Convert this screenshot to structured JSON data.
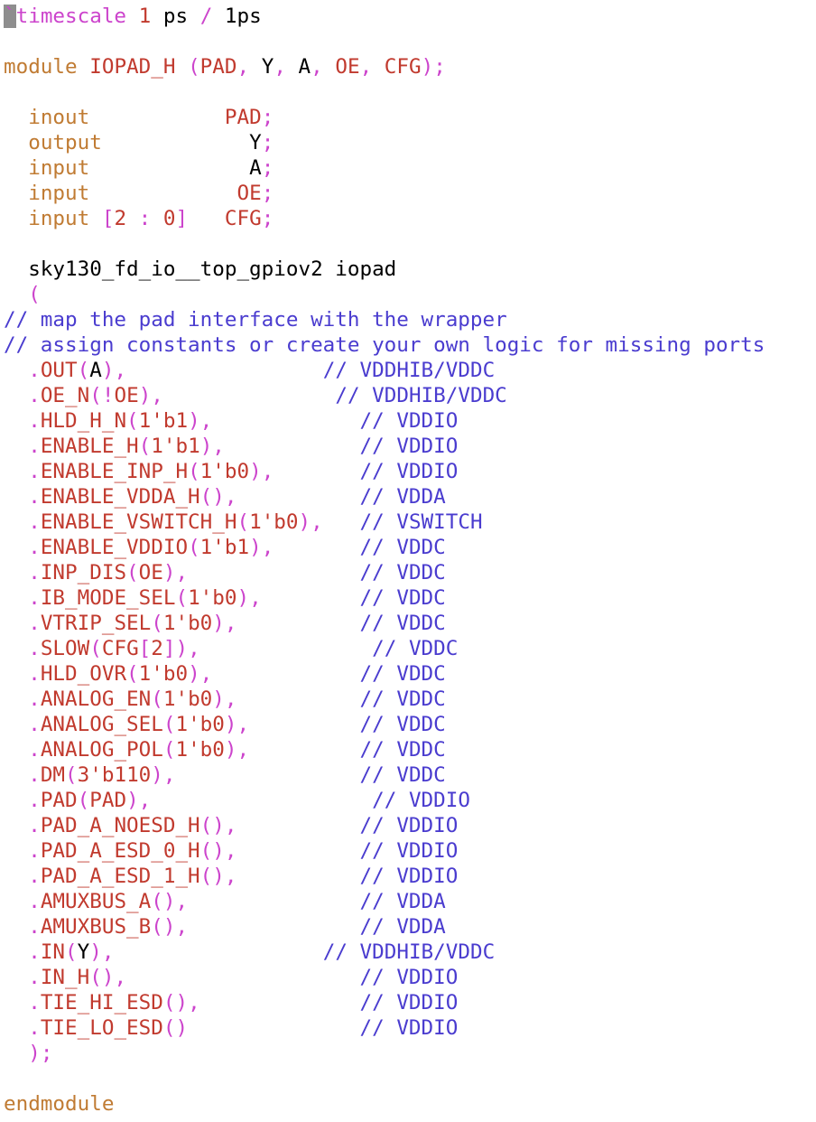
{
  "colors": {
    "keyword": "#c07b33",
    "directive": "#cc44cc",
    "port": "#c13a2e",
    "number": "#c13a2e",
    "punct": "#cc44cc",
    "comment": "#4a3ccf",
    "plain": "#000000",
    "cursor_bg": "#8e8e8e"
  },
  "lines": [
    [
      {
        "t": "`",
        "c": "cursor"
      },
      {
        "t": "timescale",
        "c": "directive"
      },
      {
        "t": " ",
        "c": "plain"
      },
      {
        "t": "1",
        "c": "number"
      },
      {
        "t": " ps ",
        "c": "plain"
      },
      {
        "t": "/",
        "c": "punct"
      },
      {
        "t": " 1ps",
        "c": "plain"
      }
    ],
    [],
    [
      {
        "t": "module",
        "c": "keyword"
      },
      {
        "t": " ",
        "c": "plain"
      },
      {
        "t": "IOPAD_H",
        "c": "port"
      },
      {
        "t": " ",
        "c": "plain"
      },
      {
        "t": "(",
        "c": "punct"
      },
      {
        "t": "PAD",
        "c": "port"
      },
      {
        "t": ", ",
        "c": "punct"
      },
      {
        "t": "Y",
        "c": "plain"
      },
      {
        "t": ", ",
        "c": "punct"
      },
      {
        "t": "A",
        "c": "plain"
      },
      {
        "t": ", ",
        "c": "punct"
      },
      {
        "t": "OE",
        "c": "port"
      },
      {
        "t": ", ",
        "c": "punct"
      },
      {
        "t": "CFG",
        "c": "port"
      },
      {
        "t": ");",
        "c": "punct"
      }
    ],
    [],
    [
      {
        "t": "  ",
        "c": "plain"
      },
      {
        "t": "inout",
        "c": "keyword"
      },
      {
        "t": "           ",
        "c": "plain"
      },
      {
        "t": "PAD",
        "c": "port"
      },
      {
        "t": ";",
        "c": "punct"
      }
    ],
    [
      {
        "t": "  ",
        "c": "plain"
      },
      {
        "t": "output",
        "c": "keyword"
      },
      {
        "t": "            ",
        "c": "plain"
      },
      {
        "t": "Y",
        "c": "plain"
      },
      {
        "t": ";",
        "c": "punct"
      }
    ],
    [
      {
        "t": "  ",
        "c": "plain"
      },
      {
        "t": "input",
        "c": "keyword"
      },
      {
        "t": "             ",
        "c": "plain"
      },
      {
        "t": "A",
        "c": "plain"
      },
      {
        "t": ";",
        "c": "punct"
      }
    ],
    [
      {
        "t": "  ",
        "c": "plain"
      },
      {
        "t": "input",
        "c": "keyword"
      },
      {
        "t": "            ",
        "c": "plain"
      },
      {
        "t": "OE",
        "c": "port"
      },
      {
        "t": ";",
        "c": "punct"
      }
    ],
    [
      {
        "t": "  ",
        "c": "plain"
      },
      {
        "t": "input",
        "c": "keyword"
      },
      {
        "t": " ",
        "c": "plain"
      },
      {
        "t": "[",
        "c": "punct"
      },
      {
        "t": "2",
        "c": "number"
      },
      {
        "t": " : ",
        "c": "punct"
      },
      {
        "t": "0",
        "c": "number"
      },
      {
        "t": "]",
        "c": "punct"
      },
      {
        "t": "   ",
        "c": "plain"
      },
      {
        "t": "CFG",
        "c": "port"
      },
      {
        "t": ";",
        "c": "punct"
      }
    ],
    [],
    [
      {
        "t": "  sky130_fd_io__top_gpiov2 iopad",
        "c": "plain"
      }
    ],
    [
      {
        "t": "  ",
        "c": "plain"
      },
      {
        "t": "(",
        "c": "punct"
      }
    ],
    [
      {
        "t": "// map the pad interface with the wrapper",
        "c": "comment"
      }
    ],
    [
      {
        "t": "// assign constants or create your own logic for missing ports",
        "c": "comment"
      }
    ],
    [
      {
        "t": "  ",
        "c": "plain"
      },
      {
        "t": ".",
        "c": "punct"
      },
      {
        "t": "OUT",
        "c": "port"
      },
      {
        "t": "(",
        "c": "punct"
      },
      {
        "t": "A",
        "c": "plain"
      },
      {
        "t": "),",
        "c": "punct"
      },
      {
        "t": "                ",
        "c": "plain"
      },
      {
        "t": "// VDDHIB/VDDC",
        "c": "comment"
      }
    ],
    [
      {
        "t": "  ",
        "c": "plain"
      },
      {
        "t": ".",
        "c": "punct"
      },
      {
        "t": "OE_N",
        "c": "port"
      },
      {
        "t": "(!",
        "c": "punct"
      },
      {
        "t": "OE",
        "c": "port"
      },
      {
        "t": "),",
        "c": "punct"
      },
      {
        "t": "              ",
        "c": "plain"
      },
      {
        "t": "// VDDHIB/VDDC",
        "c": "comment"
      }
    ],
    [
      {
        "t": "  ",
        "c": "plain"
      },
      {
        "t": ".",
        "c": "punct"
      },
      {
        "t": "HLD_H_N",
        "c": "port"
      },
      {
        "t": "(",
        "c": "punct"
      },
      {
        "t": "1'b1",
        "c": "number"
      },
      {
        "t": "),",
        "c": "punct"
      },
      {
        "t": "            ",
        "c": "plain"
      },
      {
        "t": "// VDDIO",
        "c": "comment"
      }
    ],
    [
      {
        "t": "  ",
        "c": "plain"
      },
      {
        "t": ".",
        "c": "punct"
      },
      {
        "t": "ENABLE_H",
        "c": "port"
      },
      {
        "t": "(",
        "c": "punct"
      },
      {
        "t": "1'b1",
        "c": "number"
      },
      {
        "t": "),",
        "c": "punct"
      },
      {
        "t": "           ",
        "c": "plain"
      },
      {
        "t": "// VDDIO",
        "c": "comment"
      }
    ],
    [
      {
        "t": "  ",
        "c": "plain"
      },
      {
        "t": ".",
        "c": "punct"
      },
      {
        "t": "ENABLE_INP_H",
        "c": "port"
      },
      {
        "t": "(",
        "c": "punct"
      },
      {
        "t": "1'b0",
        "c": "number"
      },
      {
        "t": "),",
        "c": "punct"
      },
      {
        "t": "       ",
        "c": "plain"
      },
      {
        "t": "// VDDIO",
        "c": "comment"
      }
    ],
    [
      {
        "t": "  ",
        "c": "plain"
      },
      {
        "t": ".",
        "c": "punct"
      },
      {
        "t": "ENABLE_VDDA_H",
        "c": "port"
      },
      {
        "t": "(),",
        "c": "punct"
      },
      {
        "t": "          ",
        "c": "plain"
      },
      {
        "t": "// VDDA",
        "c": "comment"
      }
    ],
    [
      {
        "t": "  ",
        "c": "plain"
      },
      {
        "t": ".",
        "c": "punct"
      },
      {
        "t": "ENABLE_VSWITCH_H",
        "c": "port"
      },
      {
        "t": "(",
        "c": "punct"
      },
      {
        "t": "1'b0",
        "c": "number"
      },
      {
        "t": "),",
        "c": "punct"
      },
      {
        "t": "   ",
        "c": "plain"
      },
      {
        "t": "// VSWITCH",
        "c": "comment"
      }
    ],
    [
      {
        "t": "  ",
        "c": "plain"
      },
      {
        "t": ".",
        "c": "punct"
      },
      {
        "t": "ENABLE_VDDIO",
        "c": "port"
      },
      {
        "t": "(",
        "c": "punct"
      },
      {
        "t": "1'b1",
        "c": "number"
      },
      {
        "t": "),",
        "c": "punct"
      },
      {
        "t": "       ",
        "c": "plain"
      },
      {
        "t": "// VDDC",
        "c": "comment"
      }
    ],
    [
      {
        "t": "  ",
        "c": "plain"
      },
      {
        "t": ".",
        "c": "punct"
      },
      {
        "t": "INP_DIS",
        "c": "port"
      },
      {
        "t": "(",
        "c": "punct"
      },
      {
        "t": "OE",
        "c": "port"
      },
      {
        "t": "),",
        "c": "punct"
      },
      {
        "t": "              ",
        "c": "plain"
      },
      {
        "t": "// VDDC",
        "c": "comment"
      }
    ],
    [
      {
        "t": "  ",
        "c": "plain"
      },
      {
        "t": ".",
        "c": "punct"
      },
      {
        "t": "IB_MODE_SEL",
        "c": "port"
      },
      {
        "t": "(",
        "c": "punct"
      },
      {
        "t": "1'b0",
        "c": "number"
      },
      {
        "t": "),",
        "c": "punct"
      },
      {
        "t": "        ",
        "c": "plain"
      },
      {
        "t": "// VDDC",
        "c": "comment"
      }
    ],
    [
      {
        "t": "  ",
        "c": "plain"
      },
      {
        "t": ".",
        "c": "punct"
      },
      {
        "t": "VTRIP_SEL",
        "c": "port"
      },
      {
        "t": "(",
        "c": "punct"
      },
      {
        "t": "1'b0",
        "c": "number"
      },
      {
        "t": "),",
        "c": "punct"
      },
      {
        "t": "          ",
        "c": "plain"
      },
      {
        "t": "// VDDC",
        "c": "comment"
      }
    ],
    [
      {
        "t": "  ",
        "c": "plain"
      },
      {
        "t": ".",
        "c": "punct"
      },
      {
        "t": "SLOW",
        "c": "port"
      },
      {
        "t": "(",
        "c": "punct"
      },
      {
        "t": "CFG",
        "c": "port"
      },
      {
        "t": "[",
        "c": "punct"
      },
      {
        "t": "2",
        "c": "number"
      },
      {
        "t": "]),",
        "c": "punct"
      },
      {
        "t": "              ",
        "c": "plain"
      },
      {
        "t": "// VDDC",
        "c": "comment"
      }
    ],
    [
      {
        "t": "  ",
        "c": "plain"
      },
      {
        "t": ".",
        "c": "punct"
      },
      {
        "t": "HLD_OVR",
        "c": "port"
      },
      {
        "t": "(",
        "c": "punct"
      },
      {
        "t": "1'b0",
        "c": "number"
      },
      {
        "t": "),",
        "c": "punct"
      },
      {
        "t": "            ",
        "c": "plain"
      },
      {
        "t": "// VDDC",
        "c": "comment"
      }
    ],
    [
      {
        "t": "  ",
        "c": "plain"
      },
      {
        "t": ".",
        "c": "punct"
      },
      {
        "t": "ANALOG_EN",
        "c": "port"
      },
      {
        "t": "(",
        "c": "punct"
      },
      {
        "t": "1'b0",
        "c": "number"
      },
      {
        "t": "),",
        "c": "punct"
      },
      {
        "t": "          ",
        "c": "plain"
      },
      {
        "t": "// VDDC",
        "c": "comment"
      }
    ],
    [
      {
        "t": "  ",
        "c": "plain"
      },
      {
        "t": ".",
        "c": "punct"
      },
      {
        "t": "ANALOG_SEL",
        "c": "port"
      },
      {
        "t": "(",
        "c": "punct"
      },
      {
        "t": "1'b0",
        "c": "number"
      },
      {
        "t": "),",
        "c": "punct"
      },
      {
        "t": "         ",
        "c": "plain"
      },
      {
        "t": "// VDDC",
        "c": "comment"
      }
    ],
    [
      {
        "t": "  ",
        "c": "plain"
      },
      {
        "t": ".",
        "c": "punct"
      },
      {
        "t": "ANALOG_POL",
        "c": "port"
      },
      {
        "t": "(",
        "c": "punct"
      },
      {
        "t": "1'b0",
        "c": "number"
      },
      {
        "t": "),",
        "c": "punct"
      },
      {
        "t": "         ",
        "c": "plain"
      },
      {
        "t": "// VDDC",
        "c": "comment"
      }
    ],
    [
      {
        "t": "  ",
        "c": "plain"
      },
      {
        "t": ".",
        "c": "punct"
      },
      {
        "t": "DM",
        "c": "port"
      },
      {
        "t": "(",
        "c": "punct"
      },
      {
        "t": "3'b110",
        "c": "number"
      },
      {
        "t": "),",
        "c": "punct"
      },
      {
        "t": "               ",
        "c": "plain"
      },
      {
        "t": "// VDDC",
        "c": "comment"
      }
    ],
    [
      {
        "t": "  ",
        "c": "plain"
      },
      {
        "t": ".",
        "c": "punct"
      },
      {
        "t": "PAD",
        "c": "port"
      },
      {
        "t": "(",
        "c": "punct"
      },
      {
        "t": "PAD",
        "c": "port"
      },
      {
        "t": "),",
        "c": "punct"
      },
      {
        "t": "                  ",
        "c": "plain"
      },
      {
        "t": "// VDDIO",
        "c": "comment"
      }
    ],
    [
      {
        "t": "  ",
        "c": "plain"
      },
      {
        "t": ".",
        "c": "punct"
      },
      {
        "t": "PAD_A_NOESD_H",
        "c": "port"
      },
      {
        "t": "(),",
        "c": "punct"
      },
      {
        "t": "          ",
        "c": "plain"
      },
      {
        "t": "// VDDIO",
        "c": "comment"
      }
    ],
    [
      {
        "t": "  ",
        "c": "plain"
      },
      {
        "t": ".",
        "c": "punct"
      },
      {
        "t": "PAD_A_ESD_0_H",
        "c": "port"
      },
      {
        "t": "(),",
        "c": "punct"
      },
      {
        "t": "          ",
        "c": "plain"
      },
      {
        "t": "// VDDIO",
        "c": "comment"
      }
    ],
    [
      {
        "t": "  ",
        "c": "plain"
      },
      {
        "t": ".",
        "c": "punct"
      },
      {
        "t": "PAD_A_ESD_1_H",
        "c": "port"
      },
      {
        "t": "(),",
        "c": "punct"
      },
      {
        "t": "          ",
        "c": "plain"
      },
      {
        "t": "// VDDIO",
        "c": "comment"
      }
    ],
    [
      {
        "t": "  ",
        "c": "plain"
      },
      {
        "t": ".",
        "c": "punct"
      },
      {
        "t": "AMUXBUS_A",
        "c": "port"
      },
      {
        "t": "(),",
        "c": "punct"
      },
      {
        "t": "              ",
        "c": "plain"
      },
      {
        "t": "// VDDA",
        "c": "comment"
      }
    ],
    [
      {
        "t": "  ",
        "c": "plain"
      },
      {
        "t": ".",
        "c": "punct"
      },
      {
        "t": "AMUXBUS_B",
        "c": "port"
      },
      {
        "t": "(),",
        "c": "punct"
      },
      {
        "t": "              ",
        "c": "plain"
      },
      {
        "t": "// VDDA",
        "c": "comment"
      }
    ],
    [
      {
        "t": "  ",
        "c": "plain"
      },
      {
        "t": ".",
        "c": "punct"
      },
      {
        "t": "IN",
        "c": "port"
      },
      {
        "t": "(",
        "c": "punct"
      },
      {
        "t": "Y",
        "c": "plain"
      },
      {
        "t": "),",
        "c": "punct"
      },
      {
        "t": "                 ",
        "c": "plain"
      },
      {
        "t": "// VDDHIB/VDDC",
        "c": "comment"
      }
    ],
    [
      {
        "t": "  ",
        "c": "plain"
      },
      {
        "t": ".",
        "c": "punct"
      },
      {
        "t": "IN_H",
        "c": "port"
      },
      {
        "t": "(),",
        "c": "punct"
      },
      {
        "t": "                   ",
        "c": "plain"
      },
      {
        "t": "// VDDIO",
        "c": "comment"
      }
    ],
    [
      {
        "t": "  ",
        "c": "plain"
      },
      {
        "t": ".",
        "c": "punct"
      },
      {
        "t": "TIE_HI_ESD",
        "c": "port"
      },
      {
        "t": "(),",
        "c": "punct"
      },
      {
        "t": "             ",
        "c": "plain"
      },
      {
        "t": "// VDDIO",
        "c": "comment"
      }
    ],
    [
      {
        "t": "  ",
        "c": "plain"
      },
      {
        "t": ".",
        "c": "punct"
      },
      {
        "t": "TIE_LO_ESD",
        "c": "port"
      },
      {
        "t": "()",
        "c": "punct"
      },
      {
        "t": "              ",
        "c": "plain"
      },
      {
        "t": "// VDDIO",
        "c": "comment"
      }
    ],
    [
      {
        "t": "  ",
        "c": "plain"
      },
      {
        "t": ");",
        "c": "punct"
      }
    ],
    [],
    [
      {
        "t": "endmodule",
        "c": "keyword"
      }
    ]
  ]
}
